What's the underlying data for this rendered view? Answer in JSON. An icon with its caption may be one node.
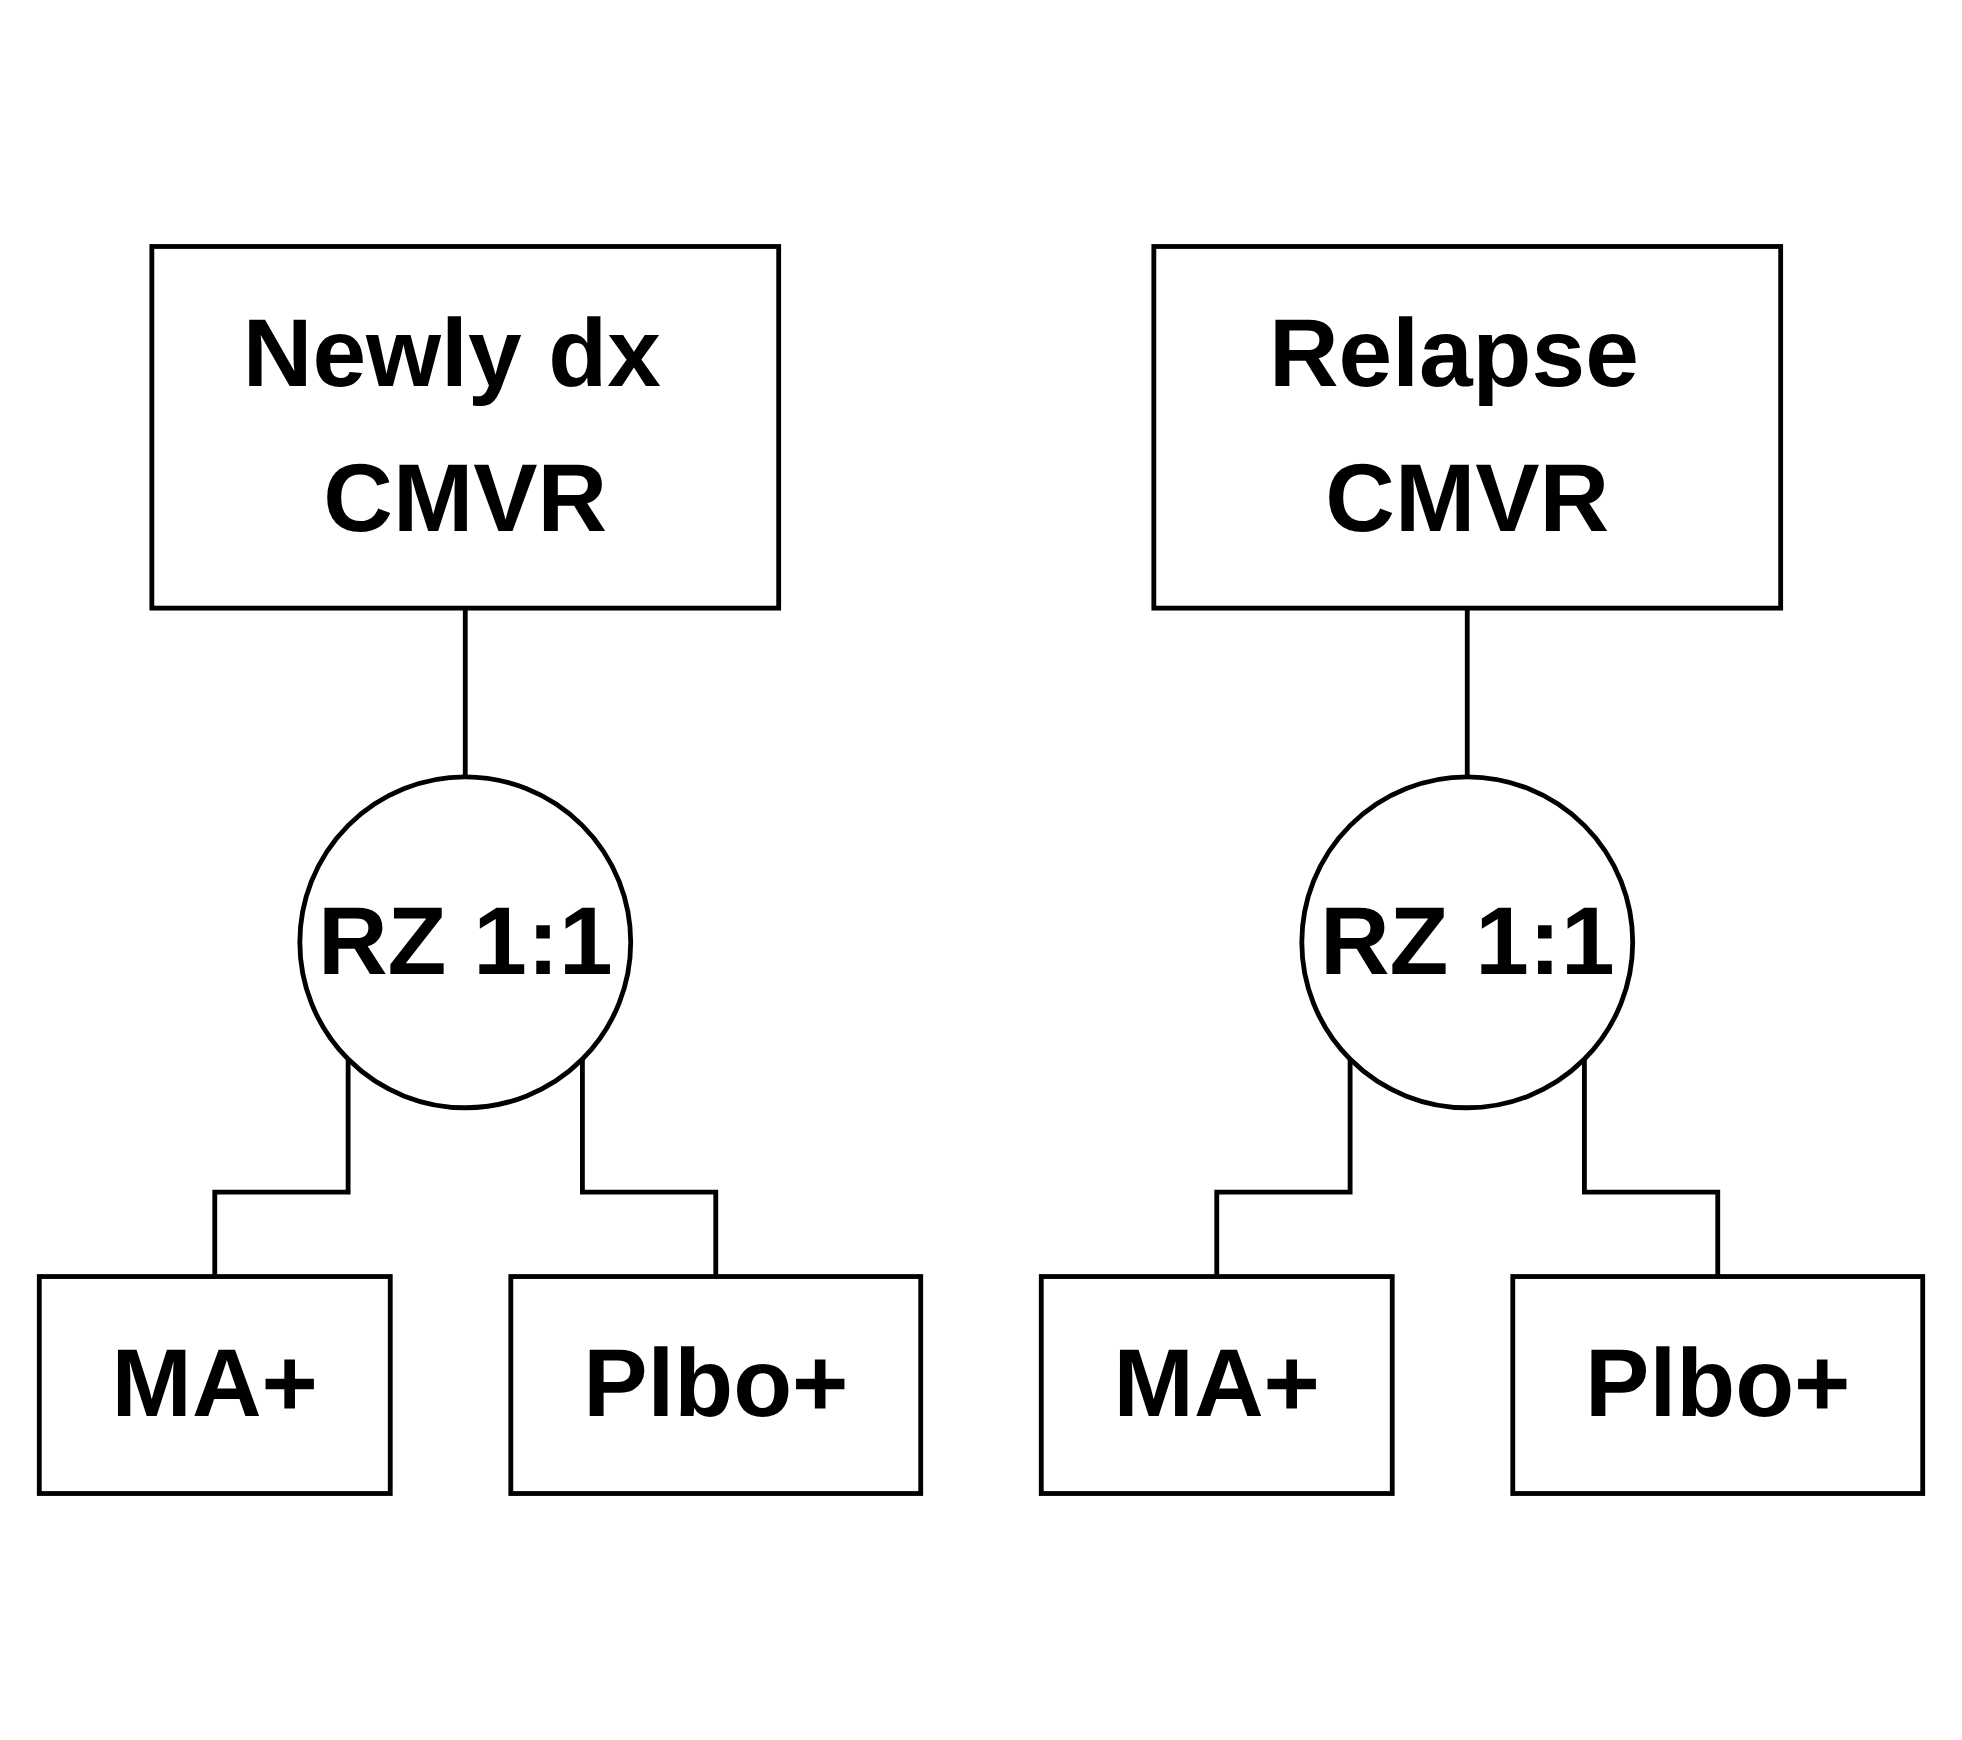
{
  "diagram": {
    "nodes": [
      {
        "text": [
          "Newly dx CMVR"
        ]
      },
      {
        "text": [
          "Relapse CMVR"
        ]
      },
      {
        "text": [
          "RZ 1:1"
        ]
      },
      {
        "text": [
          "RZ 1:1"
        ]
      },
      {
        "text": [
          "MA+"
        ]
      },
      {
        "text": [
          "Plbo+"
        ]
      },
      {
        "text": [
          "MA+"
        ]
      },
      {
        "text": [
          "Plbo+"
        ]
      }
    ],
    "edges": [
      {
        "from": 0,
        "to": 2,
        "arrow": "none"
      },
      {
        "from": 1,
        "to": 3,
        "arrow": "none"
      },
      {
        "from": 2,
        "to": 4,
        "arrow": "none"
      },
      {
        "from": 2,
        "to": 5,
        "arrow": "none"
      },
      {
        "from": 3,
        "to": 6,
        "arrow": "none"
      },
      {
        "from": 3,
        "to": 7,
        "arrow": "none"
      }
    ]
  }
}
